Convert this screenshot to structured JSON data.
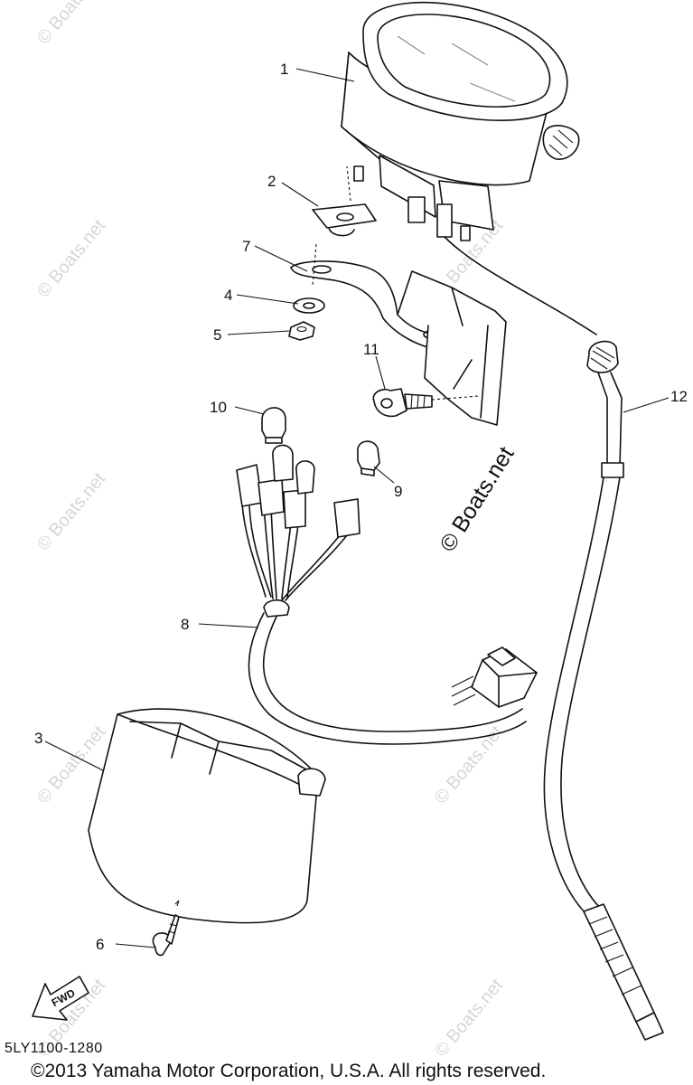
{
  "watermark": "© Boats.net",
  "callouts": {
    "c1": "1",
    "c2": "2",
    "c3": "3",
    "c4": "4",
    "c5": "5",
    "c6": "6",
    "c7": "7",
    "c8": "8",
    "c9": "9",
    "c10": "10",
    "c11": "11",
    "c12": "12"
  },
  "connector_label": "FWD",
  "diagram_code": "5LY1100-1280",
  "copyright": "©2013 Yamaha Motor Corporation, U.S.A. All rights reserved."
}
